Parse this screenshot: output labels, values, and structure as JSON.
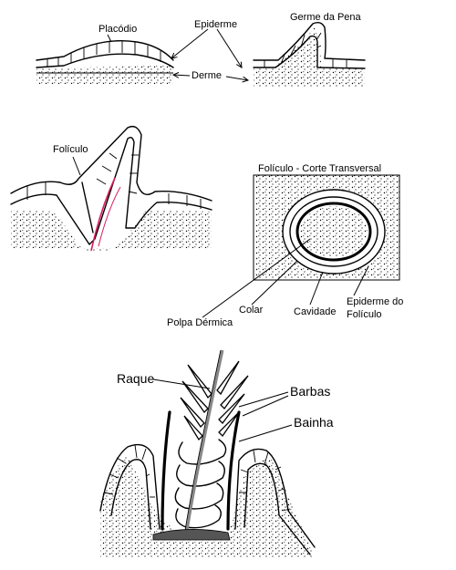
{
  "labels": {
    "placodio": "Placódio",
    "epiderme": "Epiderme",
    "derme": "Derme",
    "germe_pena": "Germe da Pena",
    "foliculo": "Folículo",
    "foliculo_corte": "Folículo - Corte Transversal",
    "colar": "Colar",
    "cavidade": "Cavidade",
    "epiderme_foliculo_1": "Epiderme do",
    "epiderme_foliculo_2": "Folículo",
    "polpa_dermica": "Polpa Dérmica",
    "raque": "Raque",
    "barbas": "Barbas",
    "bainha": "Bainha"
  },
  "colors": {
    "ink": "#000000",
    "background": "#ffffff",
    "blood_vessel": "#d81b60",
    "rachis_shaft": "#888888"
  }
}
